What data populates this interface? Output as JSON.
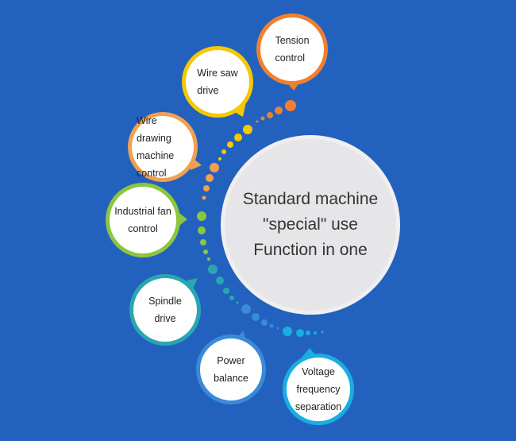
{
  "center": {
    "lines": [
      "Standard machine",
      "\"special\" use",
      "Function in one"
    ]
  },
  "bubbles": [
    {
      "lines": [
        "Tension",
        "control"
      ],
      "color": "#f08030"
    },
    {
      "lines": [
        "Wire saw",
        "drive"
      ],
      "color": "#f5c800"
    },
    {
      "lines": [
        "Wire drawing",
        "machine",
        "control"
      ],
      "color": "#f0a050"
    },
    {
      "lines": [
        "Industrial fan",
        "control"
      ],
      "color": "#8cc63f"
    },
    {
      "lines": [
        "Spindle drive"
      ],
      "color": "#2aa6b0"
    },
    {
      "lines": [
        "Power",
        "balance"
      ],
      "color": "#3a8ad8"
    },
    {
      "lines": [
        "Voltage",
        "frequency",
        "separation"
      ],
      "color": "#1aaee0"
    }
  ]
}
